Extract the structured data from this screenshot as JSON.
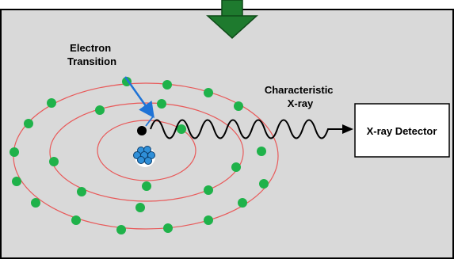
{
  "labels": {
    "electron_transition": [
      "Electron",
      "Transition"
    ],
    "characteristic_xray": [
      "Characteristic",
      "X-ray"
    ],
    "detector": "X-ray Detector"
  },
  "colors": {
    "background": "#d9d9d9",
    "frame": "#000000",
    "orbit": "#e85a5a",
    "electron": "#1fb24a",
    "vacancy_electron": "#000000",
    "transition_arrow": "#1f73d6",
    "beam_arrow": "#1e7a2e",
    "nucleus": "#2f8fd8",
    "detector_fill": "#ffffff"
  },
  "icons": [
    "incident-beam-arrow-icon",
    "nucleus-icon",
    "xray-wave-icon"
  ]
}
